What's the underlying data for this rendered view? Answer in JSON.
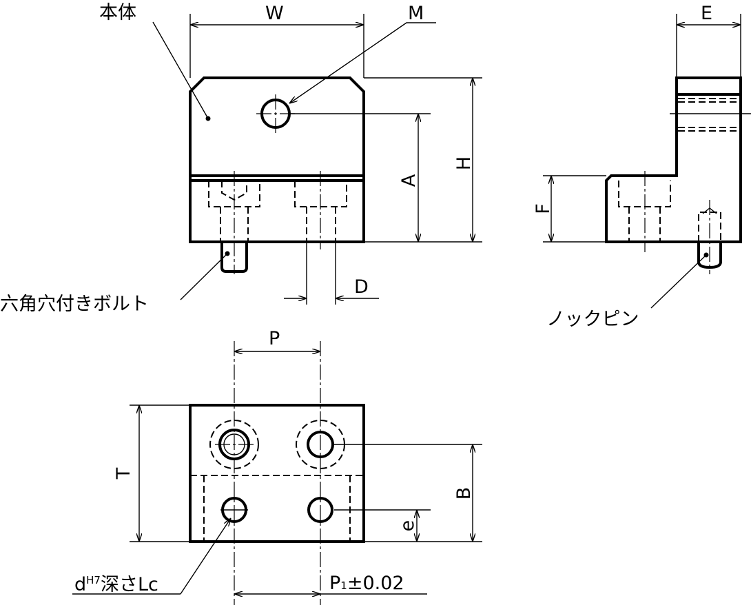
{
  "labels": {
    "body": "本体",
    "W": "W",
    "M": "M",
    "E": "E",
    "A": "A",
    "H": "H",
    "F": "F",
    "D": "D",
    "bolt": "六角穴付きボルト",
    "pin": "ノックピン",
    "P": "P",
    "T": "T",
    "B": "B",
    "e": "e",
    "hole_d": "d",
    "hole_h7": "H7",
    "hole_depth": "深さLc",
    "P1_main": "P",
    "P1_sub": "1",
    "P1_tol": "±0.02"
  }
}
